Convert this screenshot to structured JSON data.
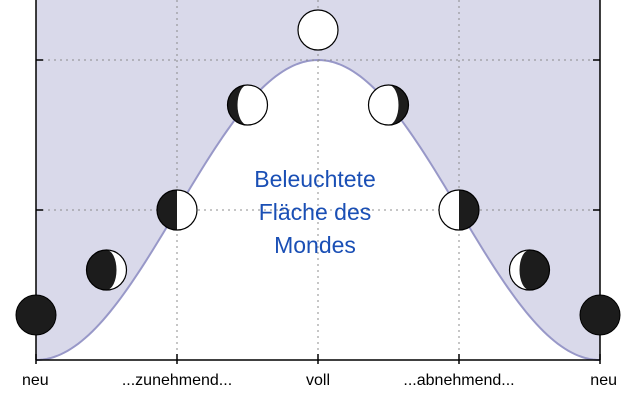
{
  "chart_data": {
    "type": "area",
    "x": [
      0,
      0.125,
      0.25,
      0.375,
      0.5,
      0.625,
      0.75,
      0.875,
      1
    ],
    "series": [
      {
        "values": [
          0,
          0.146,
          0.5,
          0.854,
          1,
          0.854,
          0.5,
          0.146,
          0
        ]
      }
    ],
    "x_tick_positions": [
      0,
      0.25,
      0.5,
      0.75,
      1
    ],
    "x_tick_labels": [
      "neu",
      "...zunehmend...",
      "voll",
      "...abnehmend...",
      "neu"
    ],
    "y_gridlines": [
      0.5,
      1
    ],
    "ylim": [
      0,
      1.2
    ],
    "xlim": [
      0,
      1
    ],
    "grid": true,
    "annotation": [
      "Beleuchtete",
      "Fläche des",
      "Mondes"
    ],
    "moon_phases": [
      {
        "x": 0,
        "y": 0.15,
        "lit": 0,
        "side": "none"
      },
      {
        "x": 0.125,
        "y": 0.3,
        "lit": 0.25,
        "side": "right"
      },
      {
        "x": 0.25,
        "y": 0.5,
        "lit": 0.5,
        "side": "right"
      },
      {
        "x": 0.375,
        "y": 0.85,
        "lit": 0.75,
        "side": "right"
      },
      {
        "x": 0.5,
        "y": 1.1,
        "lit": 1,
        "side": "full"
      },
      {
        "x": 0.625,
        "y": 0.85,
        "lit": 0.75,
        "side": "left"
      },
      {
        "x": 0.75,
        "y": 0.5,
        "lit": 0.5,
        "side": "left"
      },
      {
        "x": 0.875,
        "y": 0.3,
        "lit": 0.25,
        "side": "left"
      },
      {
        "x": 1,
        "y": 0.15,
        "lit": 0,
        "side": "none"
      }
    ],
    "colors": {
      "shade": "#d9d9ea",
      "curve": "#9898c8",
      "grid": "#8c8c8c",
      "axis": "#000000",
      "moon_dark": "#1c1c1c",
      "moon_light": "#ffffff",
      "annotation": "#1a4fb5"
    }
  }
}
